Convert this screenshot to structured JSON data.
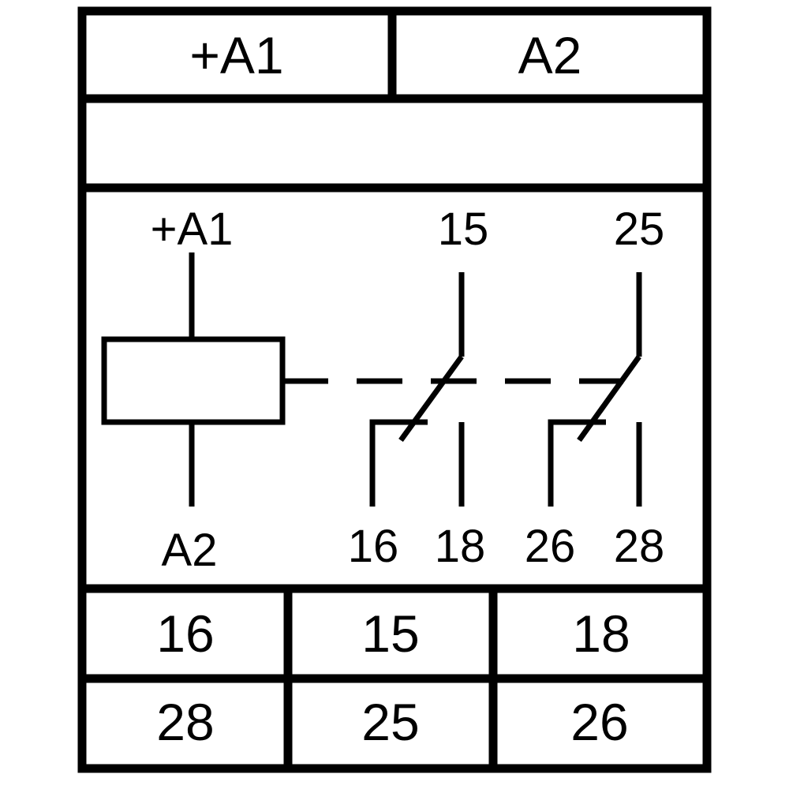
{
  "header": {
    "left_terminal": "+A1",
    "right_terminal": "A2"
  },
  "schematic": {
    "coil_top": "+A1",
    "coil_bottom": "A2",
    "contact1_common": "15",
    "contact2_common": "25",
    "contact1_nc": "16",
    "contact1_no": "18",
    "contact2_nc": "26",
    "contact2_no": "28"
  },
  "terminal_table": {
    "rows": [
      [
        "16",
        "15",
        "18"
      ],
      [
        "28",
        "25",
        "26"
      ]
    ]
  }
}
